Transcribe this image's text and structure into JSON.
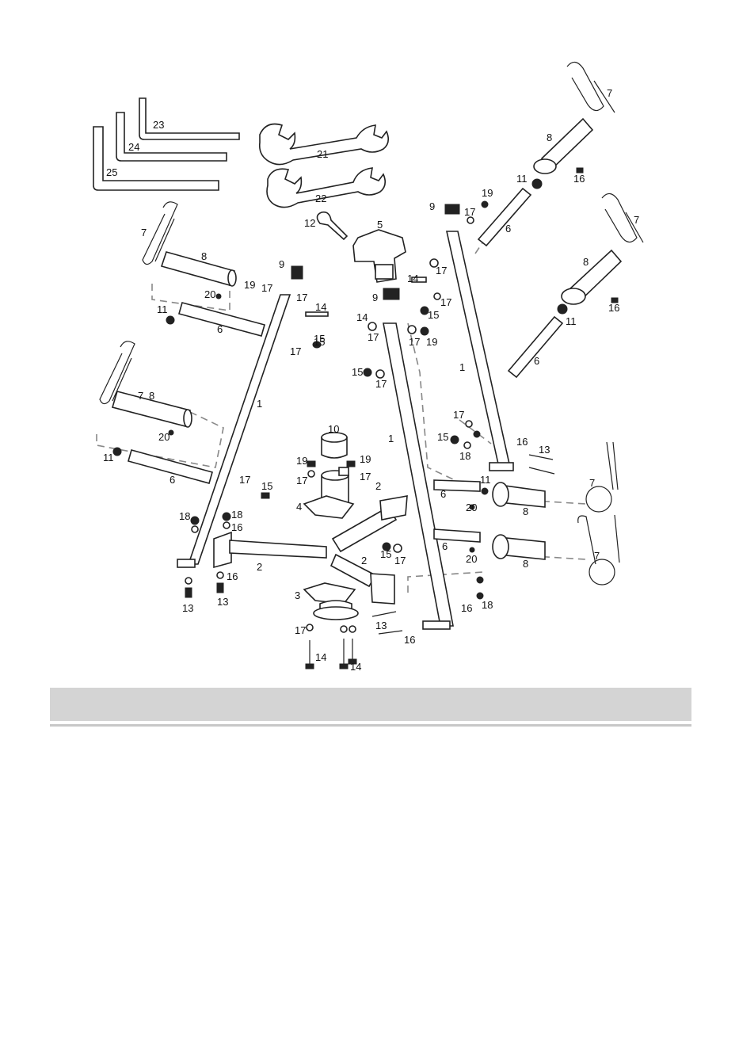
{
  "section_title": "",
  "parts": {
    "p1a": "1",
    "p1b": "1",
    "p1c": "1",
    "p2a": "2",
    "p2b": "2",
    "p2c": "2",
    "p3": "3",
    "p4": "4",
    "p5": "5",
    "p6a": "6",
    "p6b": "6",
    "p6c": "6",
    "p6d": "6",
    "p6e": "6",
    "p6f": "6",
    "p7a": "7",
    "p7b": "7",
    "p7c": "7",
    "p7d": "7",
    "p7e": "7",
    "p7f": "7",
    "p8a": "8",
    "p8b": "8",
    "p8c": "8",
    "p8d": "8",
    "p8e": "8",
    "p8f": "8",
    "p9a": "9",
    "p9b": "9",
    "p9c": "9",
    "p10": "10",
    "p11a": "11",
    "p11b": "11",
    "p11c": "11",
    "p11d": "11",
    "p11e": "11",
    "p12": "12",
    "p13a": "13",
    "p13b": "13",
    "p13c": "13",
    "p13d": "13",
    "p14a": "14",
    "p14b": "14",
    "p14c": "14",
    "p14d": "14",
    "p14e": "14",
    "p15a": "15",
    "p15b": "15",
    "p15c": "15",
    "p15d": "15",
    "p15e": "15",
    "p15f": "15",
    "p15g": "15",
    "p16a": "16",
    "p16b": "16",
    "p16c": "16",
    "p16d": "16",
    "p16e": "16",
    "p16f": "16",
    "p16g": "16",
    "p17a": "17",
    "p17b": "17",
    "p17c": "17",
    "p17d": "17",
    "p17e": "17",
    "p17f": "17",
    "p17g": "17",
    "p17h": "17",
    "p17i": "17",
    "p17j": "17",
    "p17k": "17",
    "p17l": "17",
    "p17m": "17",
    "p17n": "17",
    "p17o": "17",
    "p18a": "18",
    "p18b": "18",
    "p18c": "18",
    "p18d": "18",
    "p19a": "19",
    "p19b": "19",
    "p19c": "19",
    "p19d": "19",
    "p19e": "19",
    "p20a": "20",
    "p20b": "20",
    "p20c": "20",
    "p20d": "20",
    "p21": "21",
    "p22": "22",
    "p23": "23",
    "p24": "24",
    "p25": "25"
  }
}
